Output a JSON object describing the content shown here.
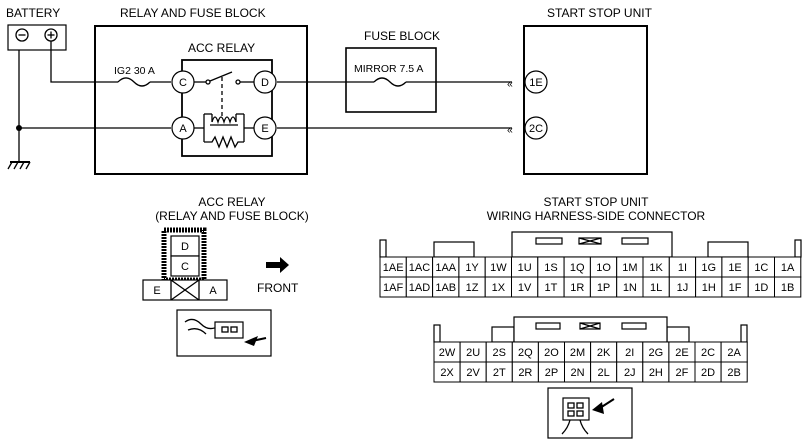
{
  "labels": {
    "battery": "BATTERY",
    "relay_fuse_block": "RELAY AND FUSE BLOCK",
    "acc_relay": "ACC RELAY",
    "fuse_block": "FUSE BLOCK",
    "start_stop_unit": "START STOP UNIT",
    "ig2_fuse": "IG2 30 A",
    "mirror_fuse": "MIRROR 7.5 A",
    "acc_relay_lower_1": "ACC RELAY",
    "acc_relay_lower_2": "(RELAY AND FUSE BLOCK)",
    "ssu_lower_1": "START STOP UNIT",
    "ssu_lower_2": "WIRING HARNESS-SIDE CONNECTOR",
    "front": "FRONT"
  },
  "relay_terminals": {
    "C": "C",
    "D": "D",
    "A": "A",
    "E": "E"
  },
  "unit_terminals": {
    "t1E": "1E",
    "t2C": "2C"
  },
  "relay_connector": {
    "D": "D",
    "C": "C",
    "E": "E",
    "A": "A"
  },
  "connector1": {
    "row1": [
      "1AE",
      "1AC",
      "1AA",
      "1Y",
      "1W",
      "1U",
      "1S",
      "1Q",
      "1O",
      "1M",
      "1K",
      "1I",
      "1G",
      "1E",
      "1C",
      "1A"
    ],
    "row2": [
      "1AF",
      "1AD",
      "1AB",
      "1Z",
      "1X",
      "1V",
      "1T",
      "1R",
      "1P",
      "1N",
      "1L",
      "1J",
      "1H",
      "1F",
      "1D",
      "1B"
    ]
  },
  "connector2": {
    "row1": [
      "2W",
      "2U",
      "2S",
      "2Q",
      "2O",
      "2M",
      "2K",
      "2I",
      "2G",
      "2E",
      "2C",
      "2A"
    ],
    "row2": [
      "2X",
      "2V",
      "2T",
      "2R",
      "2P",
      "2N",
      "2L",
      "2J",
      "2H",
      "2F",
      "2D",
      "2B"
    ]
  },
  "icons": {
    "ground": "ground-icon",
    "fuse": "fuse-icon",
    "coil": "relay-coil-icon",
    "arrow": "arrow-right-icon",
    "plug": "connector-plug-icon"
  }
}
